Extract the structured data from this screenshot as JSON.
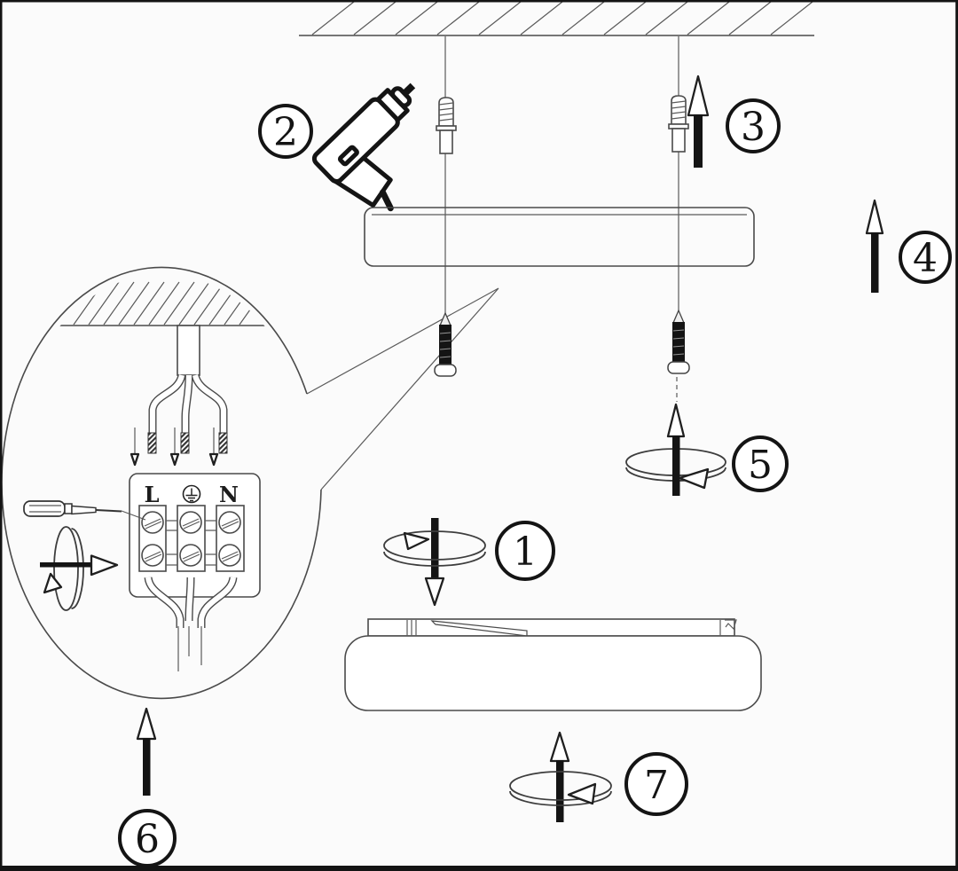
{
  "figure": {
    "type": "instruction-diagram",
    "subject": "Ceiling lamp installation steps",
    "steps": {
      "1": "1",
      "2": "2",
      "3": "3",
      "4": "4",
      "5": "5",
      "6": "6",
      "7": "7"
    },
    "terminal": {
      "live": "L",
      "neutral": "N",
      "earth_icon": "protective-earth-ground-symbol"
    },
    "icons": {
      "drill": "power-drill",
      "anchor": "wall-plug-anchor",
      "screw": "mounting-screw",
      "screwdriver": "flat-screwdriver",
      "rotate": "rotation-direction-arrow",
      "arrow_up": "push-up-arrow",
      "arrow_down": "push-down-arrow"
    },
    "colors": {
      "ink": "#141414",
      "line": "#4a4a4a",
      "paper": "#fbfbfb"
    }
  }
}
